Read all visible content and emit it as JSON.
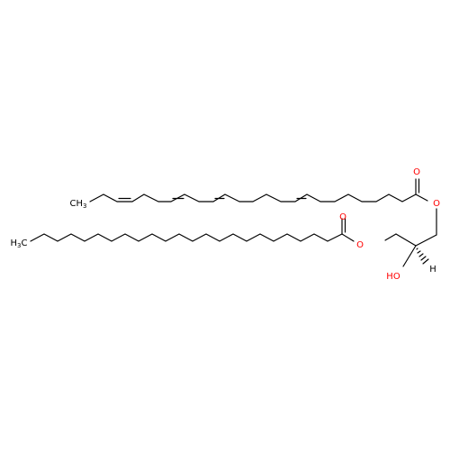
{
  "molecule": {
    "labels": {
      "o_carbonyl_top": "O",
      "o_ester_top": "O",
      "o_carbonyl_bottom": "O",
      "o_ester_bottom": "O",
      "hydroxyl": "HO",
      "stereo_h": "H",
      "methyl_top_c": "CH",
      "methyl_top_sub": "3",
      "methyl_bottom_c": "H",
      "methyl_bottom_sub": "3",
      "methyl_bottom_tail": "C"
    },
    "colors": {
      "bond": "#000000",
      "oxygen": "#ff0000",
      "carbon_label": "#000000"
    },
    "stereocenter": "wedge bond to H"
  }
}
